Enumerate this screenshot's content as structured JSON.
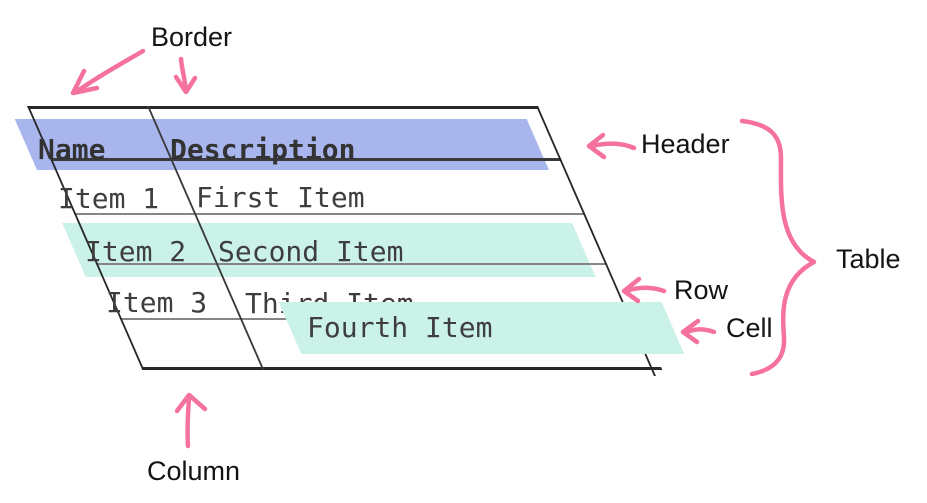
{
  "annotations": {
    "border": "Border",
    "header": "Header",
    "table": "Table",
    "row": "Row",
    "cell": "Cell",
    "column": "Column"
  },
  "table": {
    "columns": [
      {
        "label": "Name"
      },
      {
        "label": "Description"
      }
    ],
    "header_highlight": "header",
    "rows": [
      {
        "name": "Item 1",
        "description": "First Item",
        "highlight": "none"
      },
      {
        "name": "Item 2",
        "description": "Second Item",
        "highlight": "row"
      },
      {
        "name": "Item 3",
        "description": "Third Item",
        "highlight": "none"
      },
      {
        "name": "",
        "description": "Fourth Item",
        "highlight": "cell"
      }
    ]
  },
  "colors": {
    "header_highlight": "#a9b6ee",
    "row_highlight": "#cbf2e8",
    "cell_highlight": "#cbf2e8",
    "annotation_pink": "#f5719f",
    "line_dark": "#282828",
    "line_gray": "#858585",
    "text_dark": "#3e3e3e",
    "label_dark": "#141414"
  }
}
